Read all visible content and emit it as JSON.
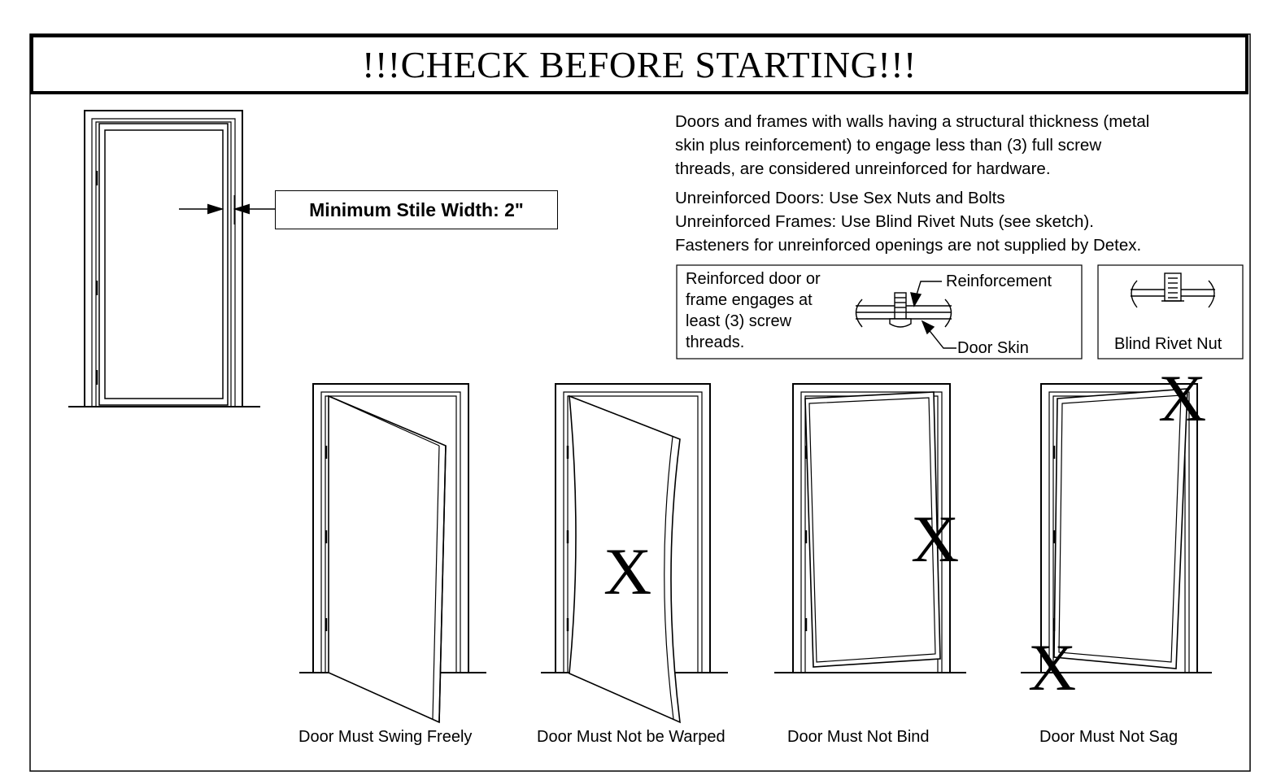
{
  "title": "!!!CHECK BEFORE STARTING!!!",
  "stile_label": "Minimum Stile Width: 2\"",
  "intro_lines": [
    "Doors and frames with walls having a structural thickness (metal",
    "skin plus reinforcement) to engage less than (3) full screw",
    "threads, are considered unreinforced for hardware."
  ],
  "rule_lines": [
    "Unreinforced Doors: Use Sex Nuts and Bolts",
    "Unreinforced Frames: Use Blind Rivet Nuts (see sketch).",
    "Fasteners for unreinforced openings are not supplied by Detex."
  ],
  "reinforced_box": {
    "text_lines": [
      "Reinforced door or",
      "frame engages at",
      "least (3) screw",
      "threads."
    ],
    "reinforcement_label": "Reinforcement",
    "door_skin_label": "Door Skin"
  },
  "rivet_box": {
    "label": "Blind Rivet Nut"
  },
  "captions": [
    "Door Must Swing Freely",
    "Door Must Not be Warped",
    "Door Must Not Bind",
    "Door Must Not Sag"
  ],
  "x_mark": "X"
}
